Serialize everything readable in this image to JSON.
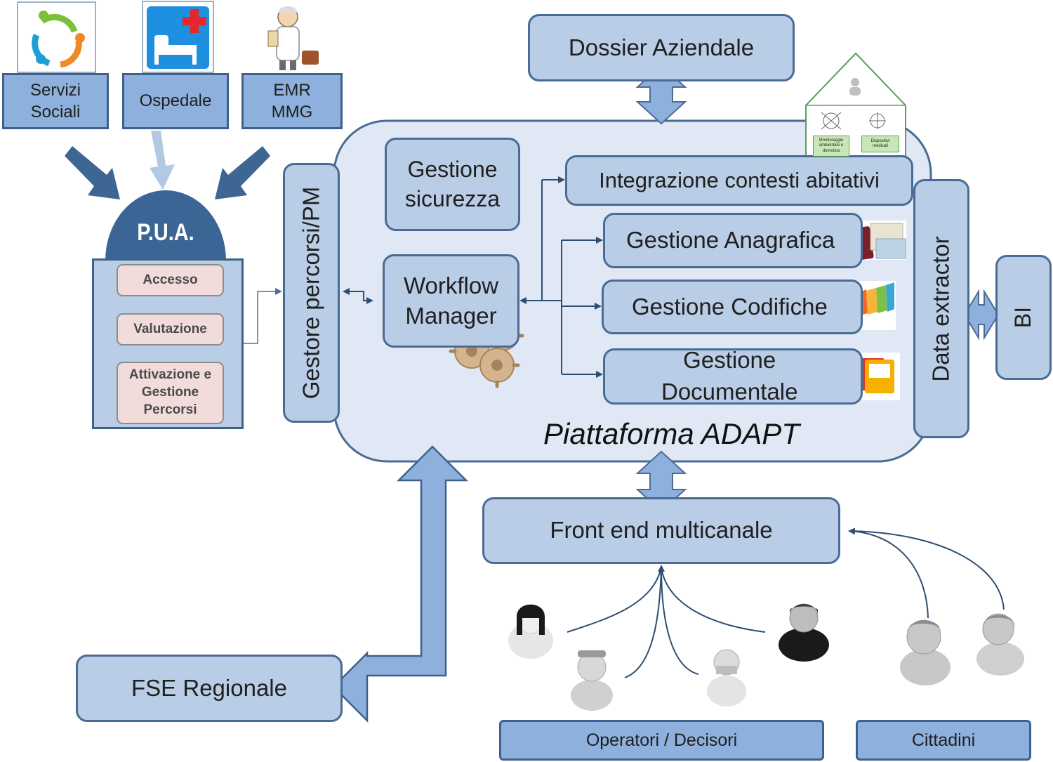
{
  "sources": {
    "servizi_sociali": "Servizi\nSociali",
    "ospedale": "Ospedale",
    "emr_mmg": "EMR\nMMG"
  },
  "pua": {
    "title": "P.U.A.",
    "steps": [
      "Accesso",
      "Valutazione",
      "Attivazione e\nGestione\nPercorsi"
    ]
  },
  "dossier": "Dossier Aziendale",
  "platform": {
    "title": "Piattaforma ADAPT",
    "gestore": "Gestore percorsi/PM",
    "sicurezza": "Gestione\nsicurezza",
    "workflow": "Workflow\nManager",
    "integrazione": "Integrazione contesti abitativi",
    "anagrafica": "Gestione Anagrafica",
    "codifiche": "Gestione Codifiche",
    "documentale": "Gestione\nDocumentale",
    "data_extractor": "Data extractor"
  },
  "home_panels": [
    "Monitoraggio\nambientale e\ndomotica",
    "Dispositivi\nmedicali"
  ],
  "bi": "BI",
  "front_end": "Front end multicanale",
  "fse": "FSE Regionale",
  "groups": {
    "operatori": "Operatori / Decisori",
    "cittadini": "Cittadini"
  },
  "colors": {
    "box_fill": "#b9cde6",
    "box_border": "#4a6b94",
    "platform_fill": "#dfe8f4",
    "arrow_fill": "#8eb0dc",
    "pua_dome": "#3b6594",
    "pink_fill": "#f2dcdb",
    "connector": "#2e4d72"
  }
}
